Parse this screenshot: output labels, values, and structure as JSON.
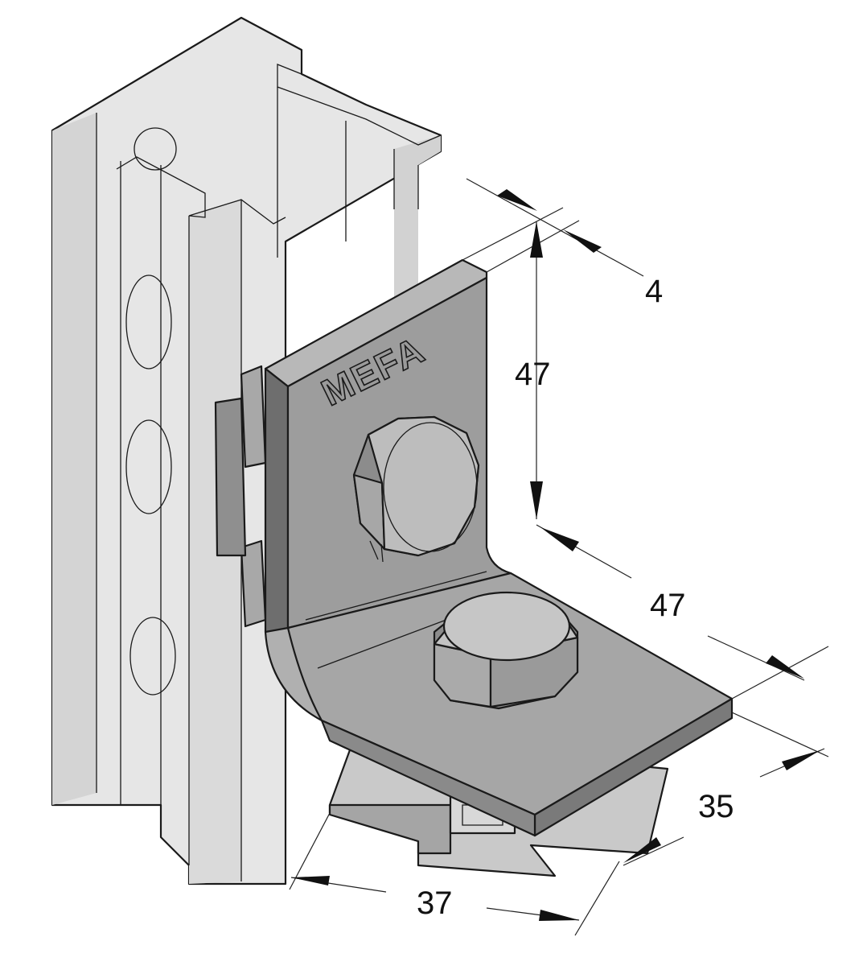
{
  "drawing": {
    "logo_text": "MEFA",
    "colors": {
      "rail_fill": "#e6e6e6",
      "rail_shade": "#cfcfcf",
      "rail_hole": "#c4c4c4",
      "bracket_face": "#9d9d9d",
      "bracket_top": "#b8b8b8",
      "bracket_edge": "#6e6e6e",
      "nut_face": "#bdbdbd",
      "nut_side": "#8c8c8c",
      "plate": "#c9c9c9",
      "outline": "#1a1a1a"
    },
    "dimensions": {
      "thickness": "4",
      "vertical_leg": "47",
      "horizontal_leg": "47",
      "depth": "35",
      "width": "37"
    }
  }
}
